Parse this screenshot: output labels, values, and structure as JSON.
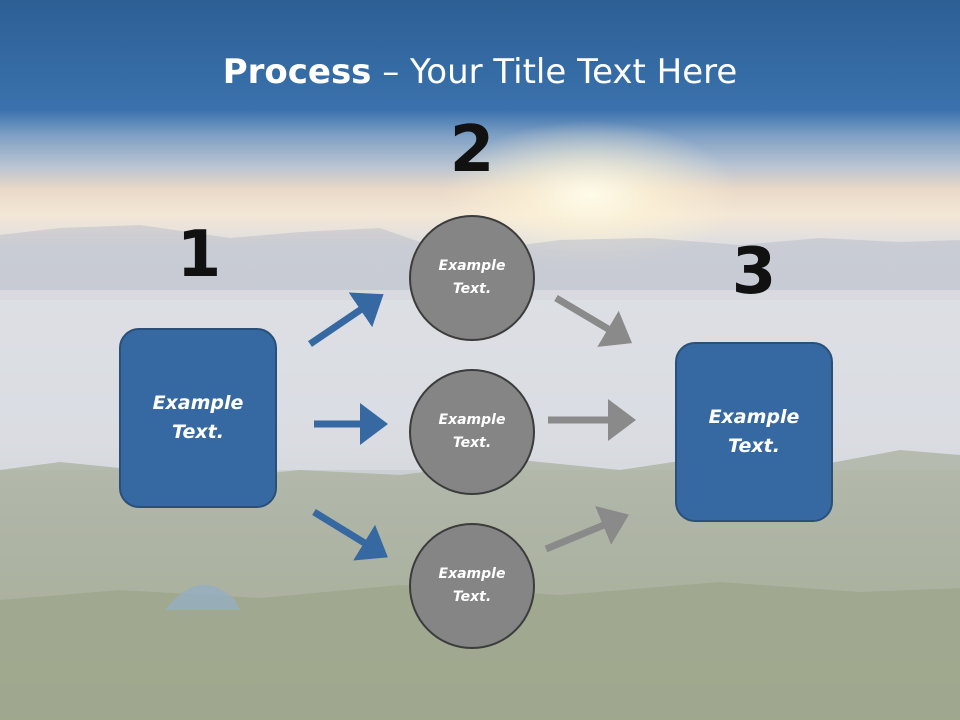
{
  "title": {
    "bold": "Process",
    "rest": " – Your Title Text Here"
  },
  "steps": [
    {
      "number": "1",
      "box_text": "Example Text."
    },
    {
      "number": "2",
      "circles": [
        "Example Text.",
        "Example Text.",
        "Example Text."
      ]
    },
    {
      "number": "3",
      "box_text": "Example Text."
    }
  ],
  "colors": {
    "box_fill": "#3669a2",
    "box_border": "#2a4f78",
    "circle_fill": "#858585",
    "circle_border": "#3c3c3c",
    "arrow_blue": "#3669a2",
    "arrow_gray": "#8a8a8a",
    "title_bar": "#2d5f94"
  }
}
